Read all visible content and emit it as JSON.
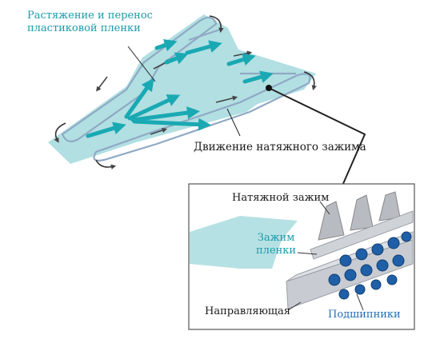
{
  "labels": {
    "stretch_transfer": "Растяжение и перенос\nпластиковой пленки",
    "clamp_movement": "Движение натяжного зажима",
    "tension_clamp": "Натяжной зажим",
    "film_clamp": "Зажим\nпленки",
    "guide": "Направляющая",
    "bearings": "Подшипники"
  },
  "colors": {
    "film": "#a9dcdf",
    "arrow": "#1aa9b3",
    "rail": "#8fa9c4",
    "teal_text": "#1a9aa8",
    "blue_text": "#1f6fb8",
    "bearing": "#1f5fa8"
  }
}
